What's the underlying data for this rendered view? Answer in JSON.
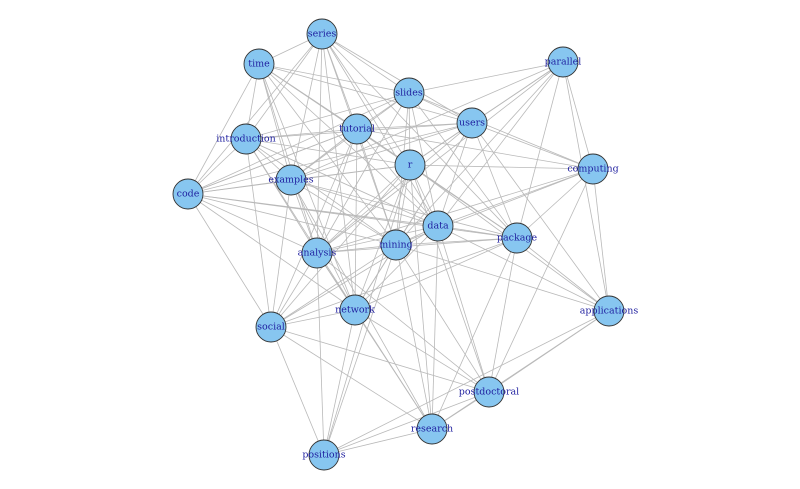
{
  "colors": {
    "node_fill": "#87c6f0",
    "node_stroke": "#333333",
    "edge": "#b9b9b9",
    "label": "#1f1f9f",
    "background": "#ffffff"
  },
  "nodes": [
    {
      "id": "series",
      "label": "series"
    },
    {
      "id": "time",
      "label": "time"
    },
    {
      "id": "slides",
      "label": "slides"
    },
    {
      "id": "parallel",
      "label": "parallel"
    },
    {
      "id": "introduction",
      "label": "introduction"
    },
    {
      "id": "tutorial",
      "label": "tutorial"
    },
    {
      "id": "users",
      "label": "users"
    },
    {
      "id": "r",
      "label": "r"
    },
    {
      "id": "computing",
      "label": "computing"
    },
    {
      "id": "code",
      "label": "code"
    },
    {
      "id": "examples",
      "label": "examples"
    },
    {
      "id": "data",
      "label": "data"
    },
    {
      "id": "analysis",
      "label": "analysis"
    },
    {
      "id": "mining",
      "label": "mining"
    },
    {
      "id": "package",
      "label": "package"
    },
    {
      "id": "network",
      "label": "network"
    },
    {
      "id": "applications",
      "label": "applications"
    },
    {
      "id": "social",
      "label": "social"
    },
    {
      "id": "postdoctoral",
      "label": "postdoctoral"
    },
    {
      "id": "research",
      "label": "research"
    },
    {
      "id": "positions",
      "label": "positions"
    }
  ],
  "edges": [
    [
      "series",
      "time"
    ],
    [
      "series",
      "slides"
    ],
    [
      "series",
      "introduction"
    ],
    [
      "series",
      "tutorial"
    ],
    [
      "series",
      "users"
    ],
    [
      "series",
      "r"
    ],
    [
      "series",
      "examples"
    ],
    [
      "series",
      "analysis"
    ],
    [
      "series",
      "mining"
    ],
    [
      "series",
      "data"
    ],
    [
      "series",
      "network"
    ],
    [
      "series",
      "package"
    ],
    [
      "series",
      "code"
    ],
    [
      "time",
      "slides"
    ],
    [
      "time",
      "introduction"
    ],
    [
      "time",
      "tutorial"
    ],
    [
      "time",
      "users"
    ],
    [
      "time",
      "r"
    ],
    [
      "time",
      "examples"
    ],
    [
      "time",
      "analysis"
    ],
    [
      "time",
      "mining"
    ],
    [
      "time",
      "data"
    ],
    [
      "time",
      "network"
    ],
    [
      "time",
      "code"
    ],
    [
      "time",
      "package"
    ],
    [
      "slides",
      "tutorial"
    ],
    [
      "slides",
      "users"
    ],
    [
      "slides",
      "r"
    ],
    [
      "slides",
      "data"
    ],
    [
      "slides",
      "mining"
    ],
    [
      "slides",
      "analysis"
    ],
    [
      "slides",
      "introduction"
    ],
    [
      "slides",
      "examples"
    ],
    [
      "slides",
      "package"
    ],
    [
      "slides",
      "parallel"
    ],
    [
      "slides",
      "computing"
    ],
    [
      "slides",
      "code"
    ],
    [
      "parallel",
      "computing"
    ],
    [
      "parallel",
      "users"
    ],
    [
      "parallel",
      "r"
    ],
    [
      "parallel",
      "data"
    ],
    [
      "parallel",
      "package"
    ],
    [
      "parallel",
      "mining"
    ],
    [
      "parallel",
      "analysis"
    ],
    [
      "parallel",
      "applications"
    ],
    [
      "parallel",
      "examples"
    ],
    [
      "introduction",
      "tutorial"
    ],
    [
      "introduction",
      "examples"
    ],
    [
      "introduction",
      "analysis"
    ],
    [
      "introduction",
      "code"
    ],
    [
      "introduction",
      "mining"
    ],
    [
      "introduction",
      "r"
    ],
    [
      "introduction",
      "social"
    ],
    [
      "introduction",
      "network"
    ],
    [
      "introduction",
      "users"
    ],
    [
      "introduction",
      "data"
    ],
    [
      "tutorial",
      "users"
    ],
    [
      "tutorial",
      "r"
    ],
    [
      "tutorial",
      "data"
    ],
    [
      "tutorial",
      "examples"
    ],
    [
      "tutorial",
      "analysis"
    ],
    [
      "tutorial",
      "mining"
    ],
    [
      "tutorial",
      "package"
    ],
    [
      "tutorial",
      "network"
    ],
    [
      "tutorial",
      "code"
    ],
    [
      "tutorial",
      "social"
    ],
    [
      "tutorial",
      "computing"
    ],
    [
      "users",
      "r"
    ],
    [
      "users",
      "data"
    ],
    [
      "users",
      "computing"
    ],
    [
      "users",
      "package"
    ],
    [
      "users",
      "mining"
    ],
    [
      "users",
      "analysis"
    ],
    [
      "users",
      "examples"
    ],
    [
      "users",
      "code"
    ],
    [
      "users",
      "network"
    ],
    [
      "users",
      "applications"
    ],
    [
      "r",
      "data"
    ],
    [
      "r",
      "mining"
    ],
    [
      "r",
      "package"
    ],
    [
      "r",
      "analysis"
    ],
    [
      "r",
      "examples"
    ],
    [
      "r",
      "code"
    ],
    [
      "r",
      "network"
    ],
    [
      "r",
      "computing"
    ],
    [
      "r",
      "social"
    ],
    [
      "r",
      "applications"
    ],
    [
      "r",
      "research"
    ],
    [
      "r",
      "positions"
    ],
    [
      "r",
      "postdoctoral"
    ],
    [
      "computing",
      "data"
    ],
    [
      "computing",
      "package"
    ],
    [
      "computing",
      "mining"
    ],
    [
      "computing",
      "applications"
    ],
    [
      "computing",
      "analysis"
    ],
    [
      "computing",
      "postdoctoral"
    ],
    [
      "code",
      "examples"
    ],
    [
      "code",
      "analysis"
    ],
    [
      "code",
      "data"
    ],
    [
      "code",
      "mining"
    ],
    [
      "code",
      "network"
    ],
    [
      "code",
      "package"
    ],
    [
      "code",
      "social"
    ],
    [
      "code",
      "tutorial"
    ],
    [
      "examples",
      "data"
    ],
    [
      "examples",
      "mining"
    ],
    [
      "examples",
      "analysis"
    ],
    [
      "examples",
      "network"
    ],
    [
      "examples",
      "package"
    ],
    [
      "examples",
      "social"
    ],
    [
      "examples",
      "research"
    ],
    [
      "data",
      "mining"
    ],
    [
      "data",
      "analysis"
    ],
    [
      "data",
      "package"
    ],
    [
      "data",
      "network"
    ],
    [
      "data",
      "applications"
    ],
    [
      "data",
      "research"
    ],
    [
      "data",
      "postdoctoral"
    ],
    [
      "data",
      "social"
    ],
    [
      "analysis",
      "mining"
    ],
    [
      "analysis",
      "network"
    ],
    [
      "analysis",
      "social"
    ],
    [
      "analysis",
      "package"
    ],
    [
      "analysis",
      "research"
    ],
    [
      "analysis",
      "positions"
    ],
    [
      "analysis",
      "postdoctoral"
    ],
    [
      "mining",
      "network"
    ],
    [
      "mining",
      "package"
    ],
    [
      "mining",
      "social"
    ],
    [
      "mining",
      "research"
    ],
    [
      "mining",
      "positions"
    ],
    [
      "mining",
      "postdoctoral"
    ],
    [
      "mining",
      "applications"
    ],
    [
      "package",
      "network"
    ],
    [
      "package",
      "applications"
    ],
    [
      "package",
      "research"
    ],
    [
      "package",
      "postdoctoral"
    ],
    [
      "package",
      "social"
    ],
    [
      "network",
      "social"
    ],
    [
      "network",
      "research"
    ],
    [
      "network",
      "positions"
    ],
    [
      "network",
      "postdoctoral"
    ],
    [
      "social",
      "positions"
    ],
    [
      "social",
      "research"
    ],
    [
      "social",
      "postdoctoral"
    ],
    [
      "postdoctoral",
      "research"
    ],
    [
      "postdoctoral",
      "positions"
    ],
    [
      "postdoctoral",
      "applications"
    ],
    [
      "research",
      "positions"
    ],
    [
      "research",
      "applications"
    ],
    [
      "positions",
      "applications"
    ]
  ]
}
